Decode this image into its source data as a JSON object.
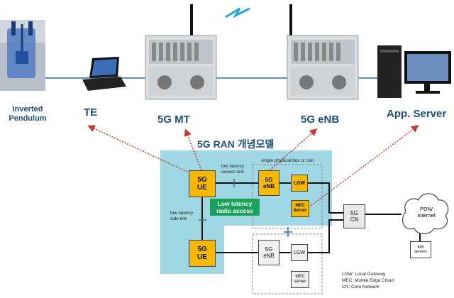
{
  "top_labels": {
    "pendulum": "Inverted\nPendulum",
    "te": "TE",
    "mt": "5G MT",
    "enb": "5G eNB",
    "server": "App. Server"
  },
  "diagram": {
    "title": "5G RAN 개념모델",
    "notes": {
      "low_latency_access": "low latency\naccess link",
      "low_latency_side": "low latency\nside link",
      "single_box": "single physical box or slot"
    },
    "green_label": "Low latency\nradio access",
    "boxes": {
      "ue_top": "5G\nUE",
      "ue_bottom": "5G\nUE",
      "enb_top": "5G\neNB",
      "lgw_top": "LGW",
      "mec_top": "MEC\nServer",
      "cn": "5G\nCN",
      "enb_bottom": "5G\neNB",
      "lgw_bottom": "LGW",
      "mec_bottom": "MEC\nserver",
      "pdn": "PDN/\nInternet",
      "app_servers": "app\nservers"
    },
    "legend": [
      "LGW: Local Gateway",
      "MEC: Mobile Edge Cloud",
      "CN: Core Network"
    ]
  },
  "colors": {
    "accent_blue": "#1f4e79",
    "region": "#9fd7e4",
    "ue_orange": "#f7b900",
    "green": "#1aa15b",
    "arrow_red": "#c0392b",
    "link_blue": "#2e6fa7"
  }
}
